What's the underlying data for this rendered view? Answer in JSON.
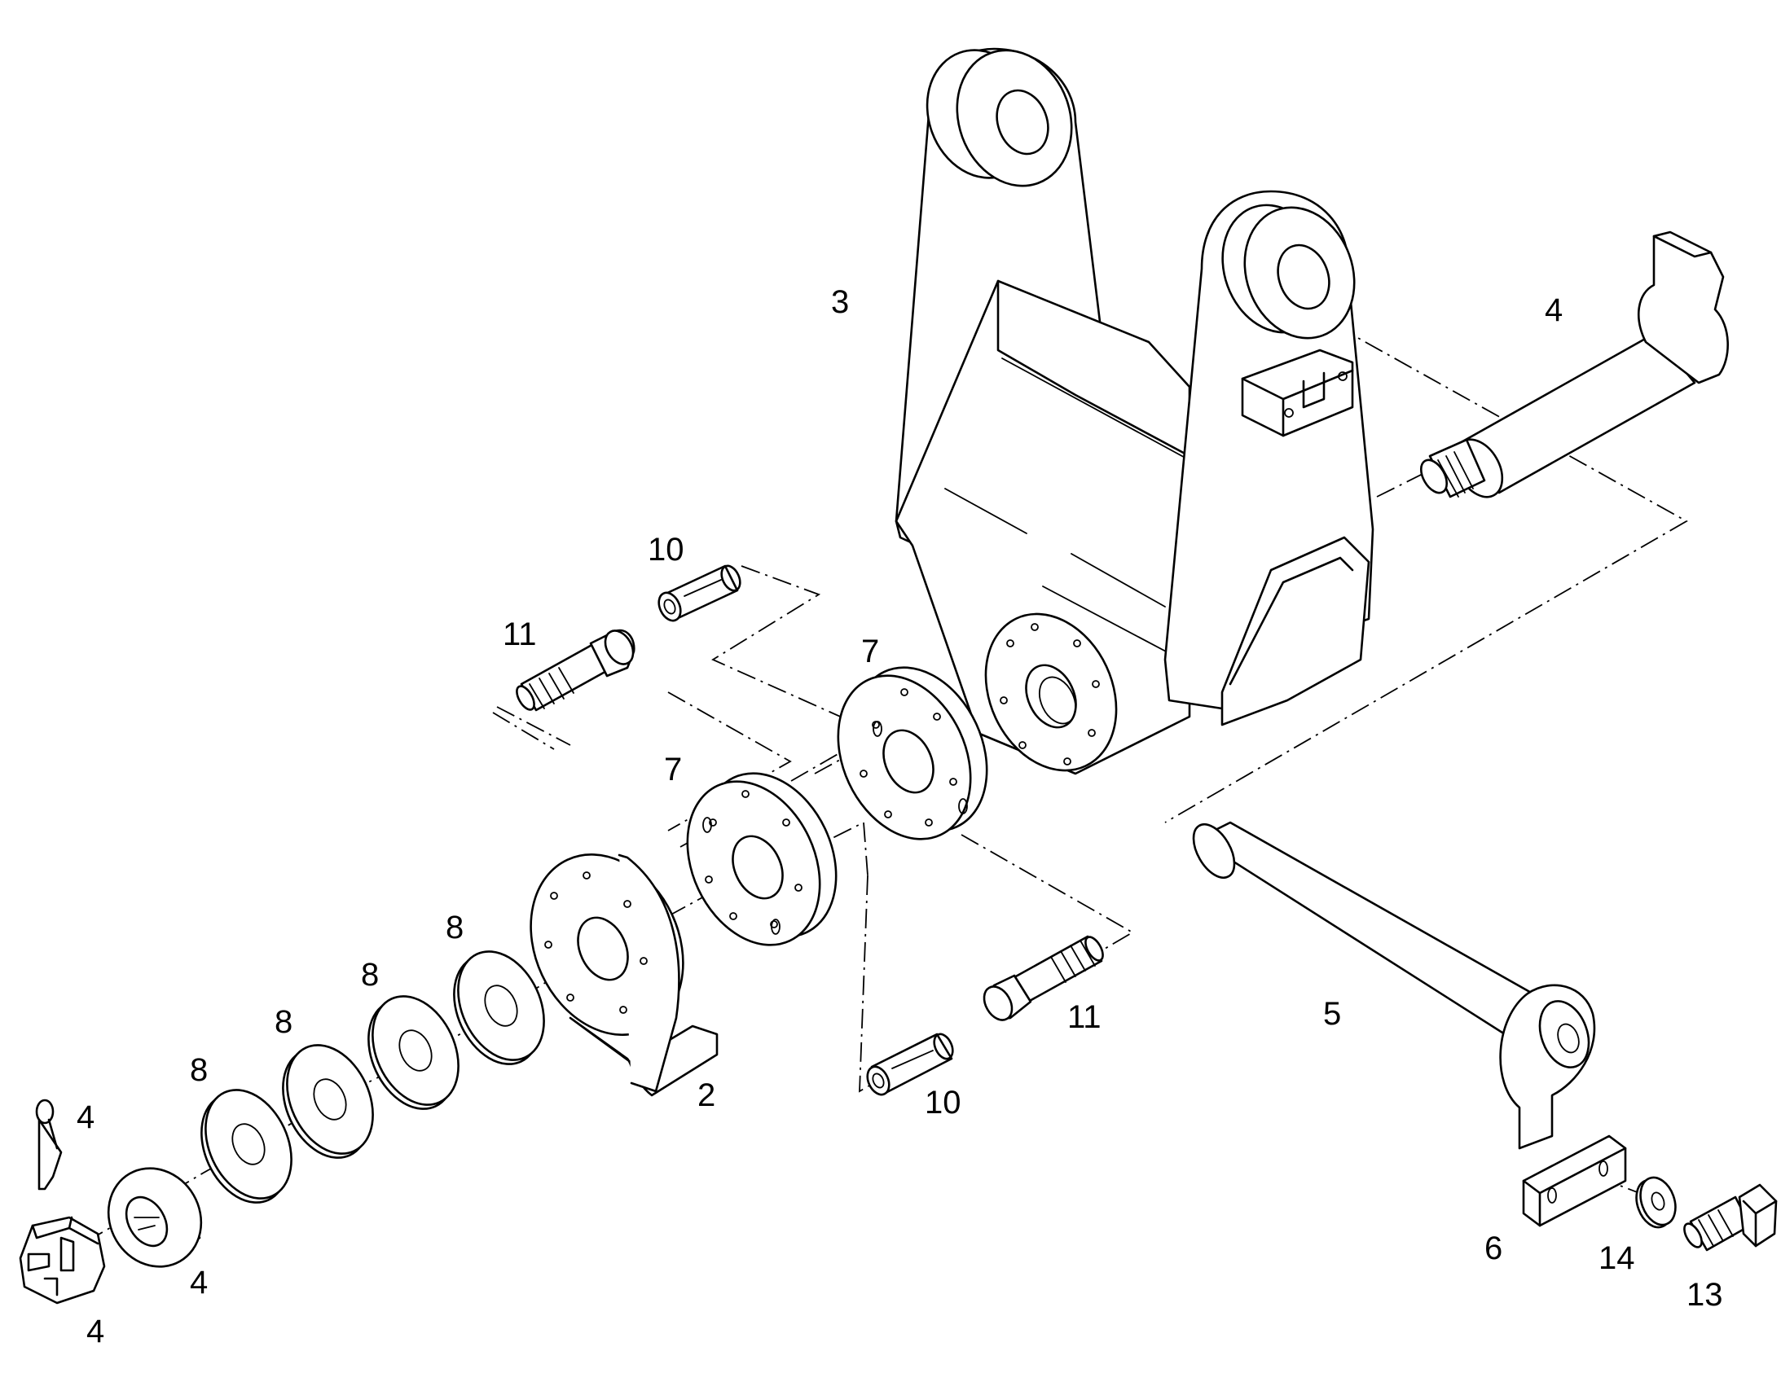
{
  "diagram": {
    "callouts": [
      {
        "id": "label-3",
        "text": "3"
      },
      {
        "id": "label-4-pin",
        "text": "4"
      },
      {
        "id": "label-10-top",
        "text": "10"
      },
      {
        "id": "label-11-top",
        "text": "11"
      },
      {
        "id": "label-7-upper",
        "text": "7"
      },
      {
        "id": "label-7-lower",
        "text": "7"
      },
      {
        "id": "label-8-a",
        "text": "8"
      },
      {
        "id": "label-8-b",
        "text": "8"
      },
      {
        "id": "label-8-c",
        "text": "8"
      },
      {
        "id": "label-8-d",
        "text": "8"
      },
      {
        "id": "label-4-cotter",
        "text": "4"
      },
      {
        "id": "label-4-washer",
        "text": "4"
      },
      {
        "id": "label-4-nut",
        "text": "4"
      },
      {
        "id": "label-2",
        "text": "2"
      },
      {
        "id": "label-11-bottom",
        "text": "11"
      },
      {
        "id": "label-10-bottom",
        "text": "10"
      },
      {
        "id": "label-5",
        "text": "5"
      },
      {
        "id": "label-6",
        "text": "6"
      },
      {
        "id": "label-14",
        "text": "14"
      },
      {
        "id": "label-13",
        "text": "13"
      }
    ]
  }
}
